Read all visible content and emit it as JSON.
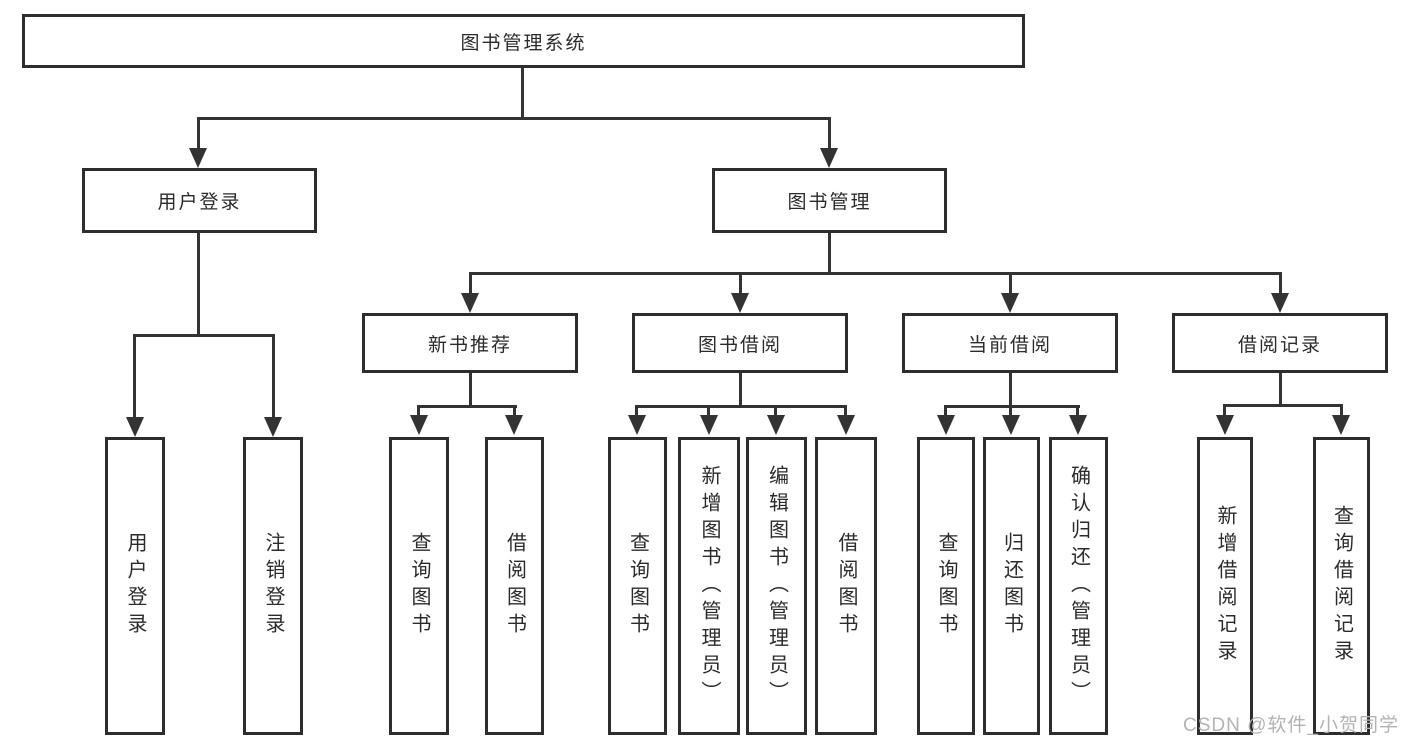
{
  "tree": {
    "root": "图书管理系统",
    "children": [
      {
        "label": "用户登录",
        "children": [
          "用户登录",
          "注销登录"
        ]
      },
      {
        "label": "图书管理",
        "children": [
          {
            "label": "新书推荐",
            "children": [
              "查询图书",
              "借阅图书"
            ]
          },
          {
            "label": "图书借阅",
            "children": [
              "查询图书",
              "新增图书（管理员）",
              "编辑图书（管理员）",
              "借阅图书"
            ]
          },
          {
            "label": "当前借阅",
            "children": [
              "查询图书",
              "归还图书",
              "确认归还（管理员）"
            ]
          },
          {
            "label": "借阅记录",
            "children": [
              "新增借阅记录",
              "查询借阅记录"
            ]
          }
        ]
      }
    ]
  },
  "watermark": {
    "text": "CSDN @软件_小贺同学"
  },
  "colors": {
    "background": "#ffffff",
    "line": "#333333",
    "box_border": "#2d2d2d",
    "text": "#2b2b2b",
    "watermark": "#b3b3b3"
  }
}
